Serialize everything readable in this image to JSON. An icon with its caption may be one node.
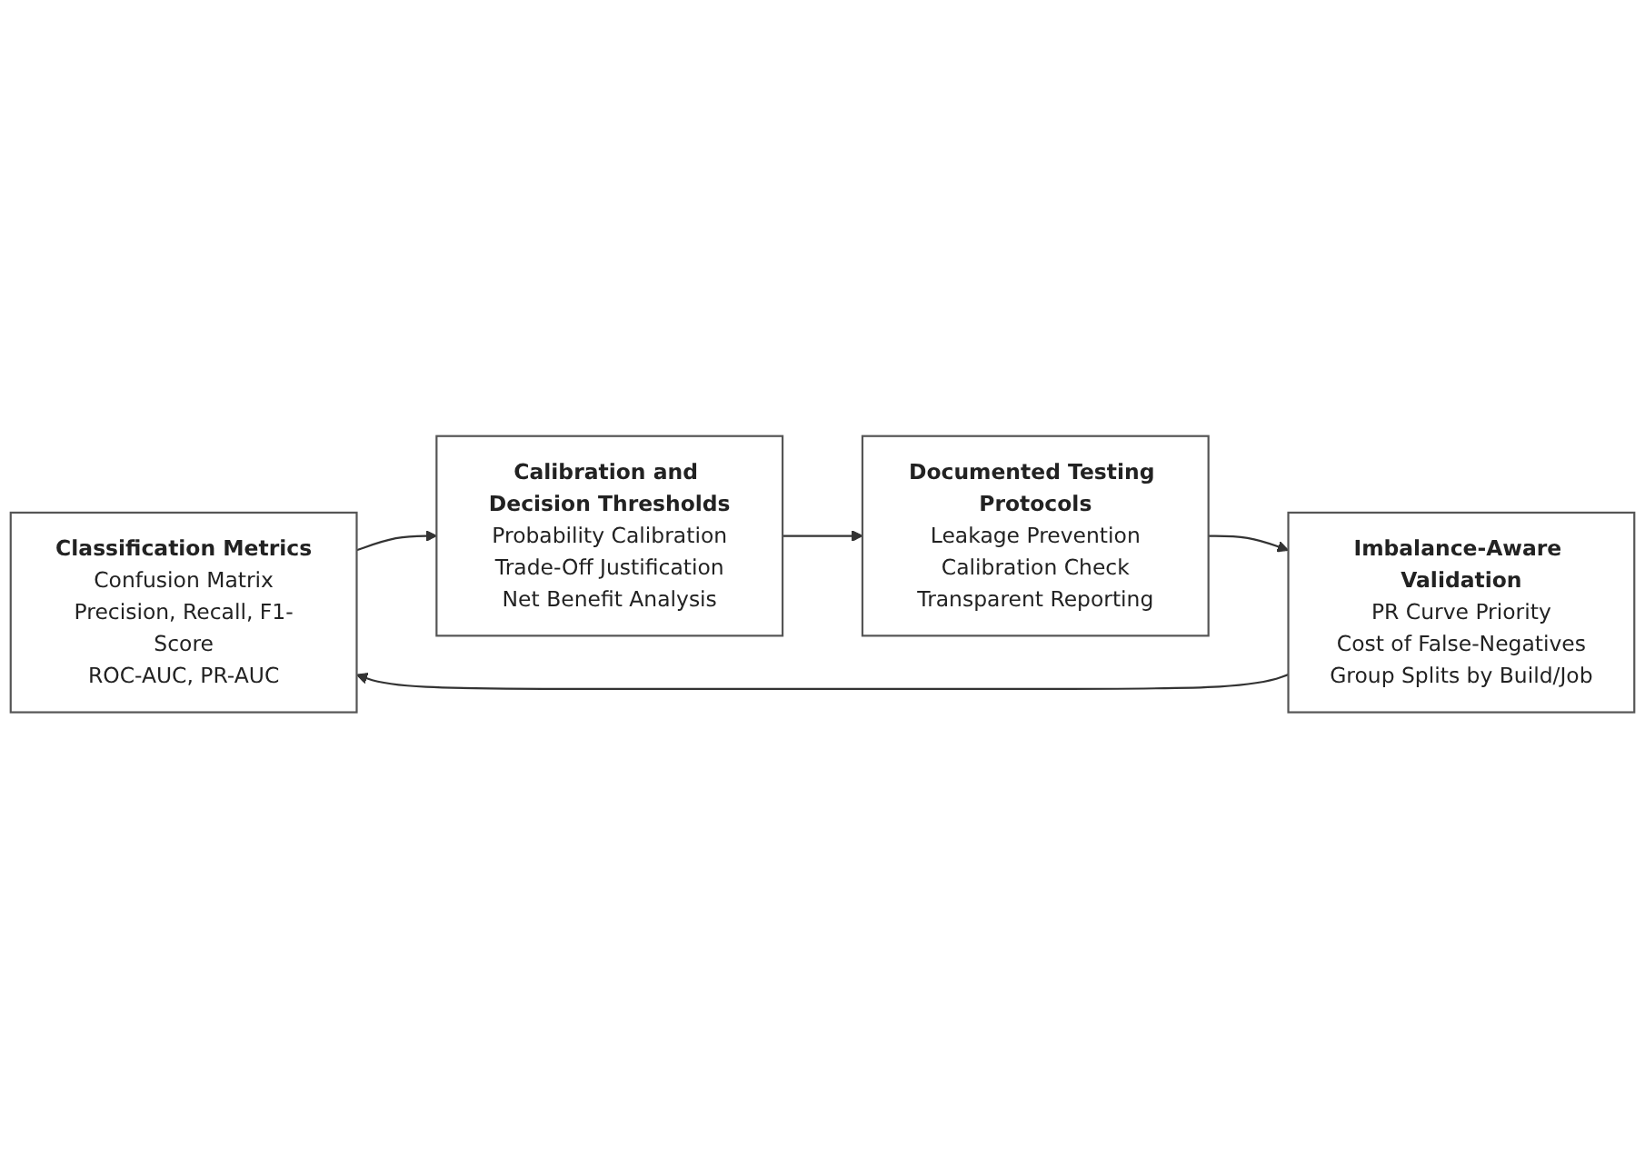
{
  "diagram": {
    "nodes": [
      {
        "text": [
          "Classification Metrics",
          "Confusion Matrix",
          "Precision, Recall, F1-Score",
          "ROC-AUC, PR-AUC"
        ]
      },
      {
        "text": [
          "Calibration and Decision Thresholds",
          "Probability Calibration",
          "Trade-Off Justification",
          "Net Benefit Analysis"
        ]
      },
      {
        "text": [
          "Documented Testing Protocols",
          "Leakage Prevention",
          "Calibration Check",
          "Transparent Reporting"
        ]
      },
      {
        "text": [
          "Imbalance-Aware Validation",
          "PR Curve Priority",
          "Cost of False-Negatives",
          "Group Splits by Build/Job"
        ]
      }
    ],
    "edges": [
      {
        "from": 0,
        "to": 1,
        "arrow": "to"
      },
      {
        "from": 1,
        "to": 2,
        "arrow": "to"
      },
      {
        "from": 2,
        "to": 3,
        "arrow": "to"
      },
      {
        "from": 3,
        "to": 0,
        "arrow": "to"
      }
    ]
  }
}
